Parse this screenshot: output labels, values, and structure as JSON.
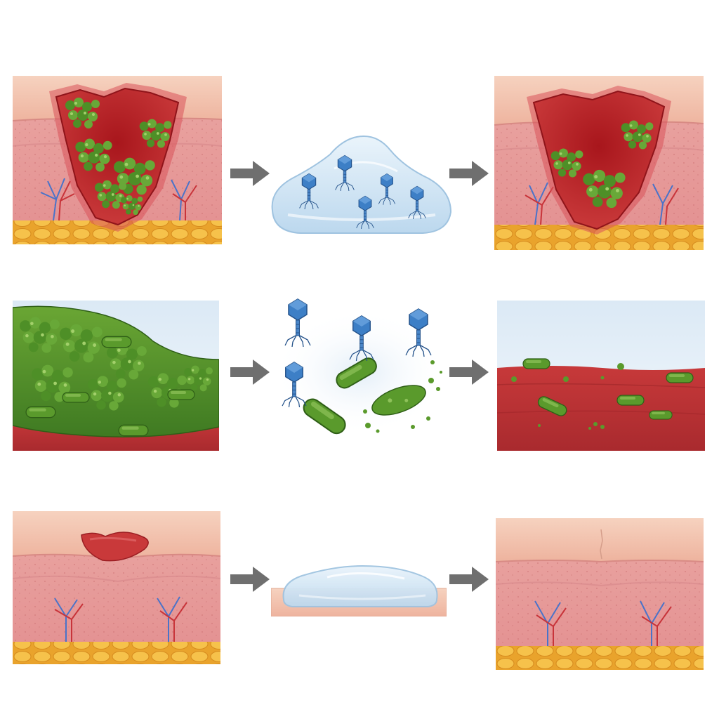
{
  "colors": {
    "background": "#ffffff",
    "skin_surface": "#f3c4ae",
    "dermis": "#e79b98",
    "wound_red": "#b8242a",
    "fat_yellow": "#f2b43a",
    "bacteria_green": "#5a9a2c",
    "phage_blue": "#3d7fc6",
    "gel_blue": "#cfe4f4",
    "arrow_gray": "#6f6f6f",
    "vein_blue": "#4a73c9",
    "artery_red": "#c8343a"
  },
  "icons": {
    "arrow": "arrow-right-icon",
    "phage": "bacteriophage-icon",
    "bacterium": "bacterium-icon"
  },
  "rows": [
    {
      "stage": "infected-wound-treatment",
      "panels": [
        "infected-wound-panel",
        "phage-gel-panel",
        "reduced-infection-wound-panel"
      ]
    },
    {
      "stage": "biofilm-lysis",
      "panels": [
        "biofilm-panel",
        "phage-lysis-panel",
        "cleared-tissue-panel"
      ]
    },
    {
      "stage": "healing",
      "panels": [
        "small-wound-panel",
        "gel-dressing-panel",
        "healed-skin-panel"
      ]
    }
  ]
}
